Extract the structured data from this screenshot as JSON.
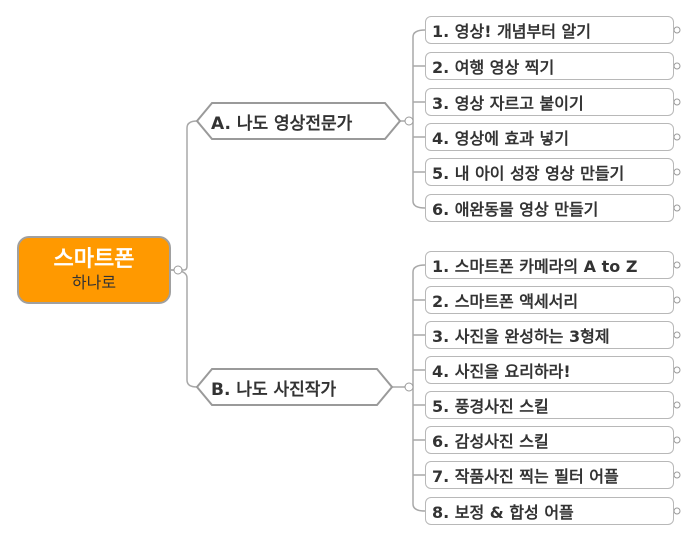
{
  "root": {
    "title": "스마트폰",
    "subtitle": "하나로"
  },
  "branches": [
    {
      "label": "A. 나도 영상전문가",
      "items": [
        "1. 영상! 개념부터 알기",
        "2. 여행 영상 찍기",
        "3. 영상 자르고 붙이기",
        "4. 영상에 효과 넣기",
        "5. 내 아이 성장 영상 만들기",
        "6. 애완동물 영상 만들기"
      ]
    },
    {
      "label": "B. 나도 사진작가",
      "items": [
        "1. 스마트폰 카메라의 A to Z",
        "2. 스마트폰 액세서리",
        "3. 사진을 완성하는 3형제",
        "4. 사진을 요리하라!",
        "5. 풍경사진 스킬",
        "6. 감성사진 스킬",
        "7. 작품사진 찍는 필터 어플",
        "8. 보정 & 합성 어플"
      ]
    }
  ],
  "colors": {
    "root_fill": "#ff9900",
    "lines": "#a8a8a8",
    "text": "#333333"
  }
}
